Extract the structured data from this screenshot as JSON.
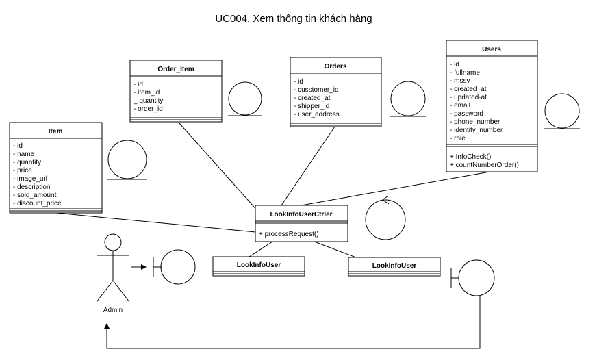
{
  "title": "UC004. Xem thông tin khách hàng",
  "classes": {
    "order_item": {
      "name": "Order_Item",
      "attributes": [
        "- id",
        "- item_id",
        "_ quantity",
        "- order_id"
      ],
      "methods": []
    },
    "orders": {
      "name": "Orders",
      "attributes": [
        "- id",
        "- cusstomer_id",
        "- created_at",
        "- shipper_id",
        "- user_address"
      ],
      "methods": []
    },
    "users": {
      "name": "Users",
      "attributes": [
        "-  id",
        "- fullname",
        "- mssv",
        "- created_at",
        "- updated-at",
        "- email",
        "- password",
        "- phone_number",
        "- identity_number",
        "- role"
      ],
      "methods": [
        "+ InfoCheck()",
        "+ countNumberOrder()"
      ]
    },
    "item": {
      "name": "Item",
      "attributes": [
        "- id",
        "- name",
        "- quantity",
        "- price",
        "- image_url",
        "- description",
        "- sold_amount",
        "- discount_price"
      ],
      "methods": []
    },
    "controller": {
      "name": "LookInfoUserCtrler",
      "attributes": [],
      "methods": [
        "+ processRequest()"
      ]
    },
    "view_left": {
      "name": "LookInfoUser"
    },
    "view_right": {
      "name": "LookInfoUser"
    }
  },
  "actor": {
    "name": "Admin"
  }
}
